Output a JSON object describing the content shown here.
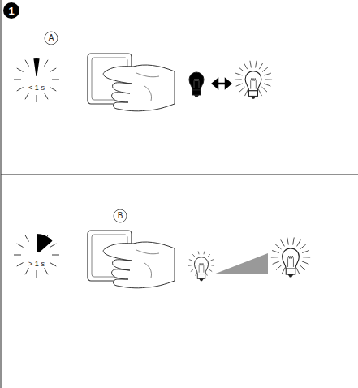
{
  "diagram": {
    "labels": [
      "1",
      "A",
      "< 1 s",
      "B",
      "> 1 s"
    ]
  }
}
